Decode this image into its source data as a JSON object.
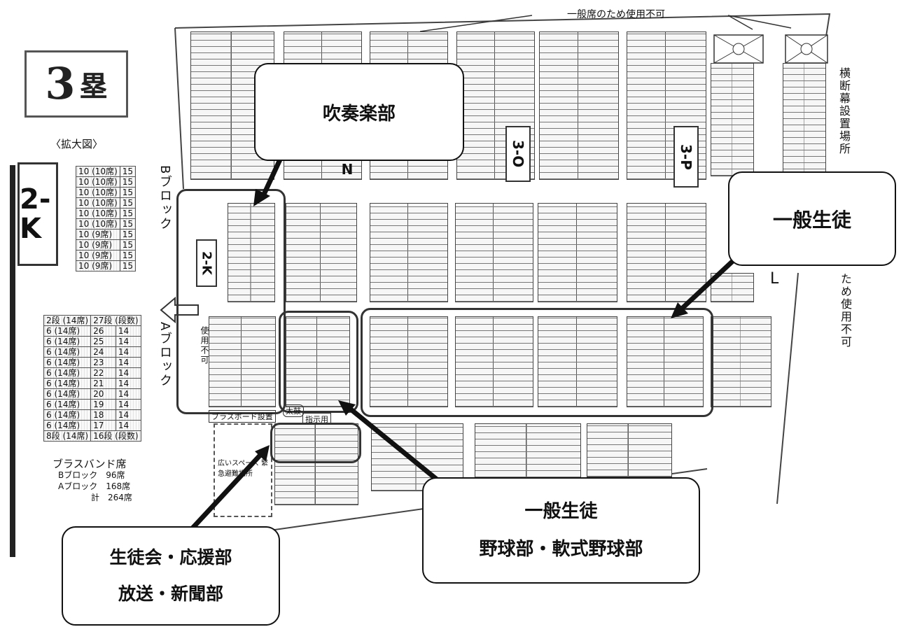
{
  "title": {
    "number": "3",
    "kanji": "塁"
  },
  "zoom_label": "〈拡大図〉",
  "section_2k": "2-K",
  "b_block": {
    "label": "Bブロック",
    "rows": [
      [
        "10 (10席)",
        "15"
      ],
      [
        "10 (10席)",
        "15"
      ],
      [
        "10 (10席)",
        "15"
      ],
      [
        "10 (10席)",
        "15"
      ],
      [
        "10 (10席)",
        "15"
      ],
      [
        "10 (10席)",
        "15"
      ],
      [
        "10 (9席)",
        "15"
      ],
      [
        "10 (9席)",
        "15"
      ],
      [
        "10 (9席)",
        "15"
      ],
      [
        "10 (9席)",
        "15"
      ]
    ]
  },
  "a_block": {
    "label": "Aブロック",
    "rows": [
      [
        "2段 (14席)",
        "27段 (段数)"
      ],
      [
        "6 (14席)",
        "26",
        "14"
      ],
      [
        "6 (14席)",
        "25",
        "14"
      ],
      [
        "6 (14席)",
        "24",
        "14"
      ],
      [
        "6 (14席)",
        "23",
        "14"
      ],
      [
        "6 (14席)",
        "22",
        "14"
      ],
      [
        "6 (14席)",
        "21",
        "14"
      ],
      [
        "6 (14席)",
        "20",
        "14"
      ],
      [
        "6 (14席)",
        "19",
        "14"
      ],
      [
        "6 (14席)",
        "18",
        "14"
      ],
      [
        "6 (14席)",
        "17",
        "14"
      ],
      [
        "8段 (14席)",
        "16段 (段数)"
      ]
    ]
  },
  "brass_band": {
    "title": "ブラスバンド席",
    "lines": [
      "Bブロック　96席",
      "Aブロック　168席",
      "計　264席"
    ]
  },
  "top_note": "一般席のため使用不可",
  "side_note": "ため使用不可",
  "banner_note": "横断幕設置場所",
  "sections": {
    "n": "N",
    "o": "3-O",
    "p": "3-P",
    "l": "L",
    "k2": "2-K"
  },
  "callouts": {
    "suisou": "吹奏楽部",
    "ippan_right": "一般生徒",
    "ippan_bottom_1": "一般生徒",
    "ippan_bottom_2": "野球部・軟式野球部",
    "seitokai_1": "生徒会・応援部",
    "seitokai_2": "放送・新聞部"
  },
  "map_labels": {
    "shiyou_fuka": "使用不可",
    "brass_board": "ブラスボード設置",
    "taiko": "太鼓",
    "shiji": "指示用",
    "open_space": "広いスペース 緊急避難場所"
  }
}
